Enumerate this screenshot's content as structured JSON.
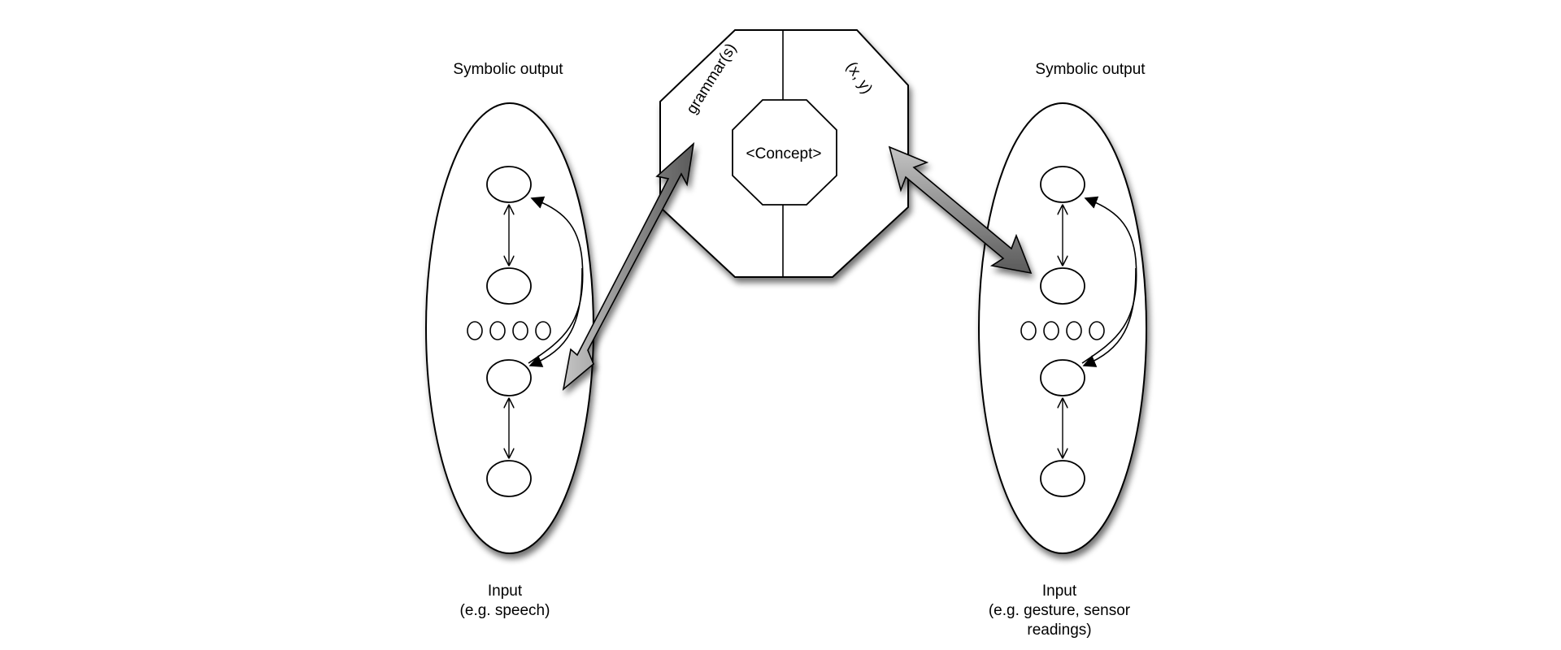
{
  "left_column": {
    "top_label": "Symbolic output",
    "bottom_label_line1": "Input",
    "bottom_label_line2": "(e.g. speech)"
  },
  "right_column": {
    "top_label": "Symbolic output",
    "bottom_label_line1": "Input",
    "bottom_label_line2": "(e.g. gesture, sensor",
    "bottom_label_line3": "readings)"
  },
  "center_octagon": {
    "left_label": "grammar(s)",
    "right_label": "(x, y)",
    "concept_label": "<Concept>"
  },
  "colors": {
    "stroke": "#000000",
    "fill": "#ffffff",
    "arrow_fill_light": "#b8b8b8",
    "arrow_fill_dark": "#5e5e5e",
    "shadow": "#000000"
  }
}
